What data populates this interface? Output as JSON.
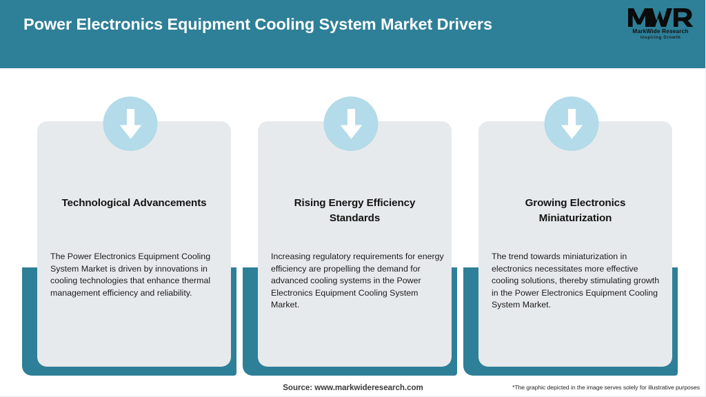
{
  "header": {
    "title": "Power Electronics Equipment Cooling System Market Drivers",
    "background_color": "#2e7f98",
    "title_color": "#ffffff"
  },
  "logo": {
    "mark": "MWR",
    "name": "MarkWide Research",
    "tagline": "Inspiring Growth"
  },
  "cards": [
    {
      "icon": "down-arrow-icon",
      "title": "Technological Advancements",
      "body": "The Power Electronics Equipment Cooling System Market is driven by innovations in cooling technologies that enhance thermal management efficiency and reliability."
    },
    {
      "icon": "down-arrow-icon",
      "title": "Rising Energy Efficiency Standards",
      "body": "Increasing regulatory requirements for energy efficiency are propelling the demand for advanced cooling systems in the Power Electronics Equipment Cooling System Market."
    },
    {
      "icon": "down-arrow-icon",
      "title": "Growing Electronics Miniaturization",
      "body": "The trend towards miniaturization in electronics necessitates more effective cooling solutions, thereby stimulating growth in the Power Electronics Equipment Cooling System Market."
    }
  ],
  "footer": {
    "source": "Source: www.markwideresearch.com",
    "disclaimer": "*The graphic depicted in the image serves solely for illustrative purposes"
  },
  "colors": {
    "accent_teal": "#2e7f98",
    "card_gray": "#e7eaec",
    "icon_circle_blue": "#b3dbe9",
    "arrow_white": "#ffffff"
  }
}
